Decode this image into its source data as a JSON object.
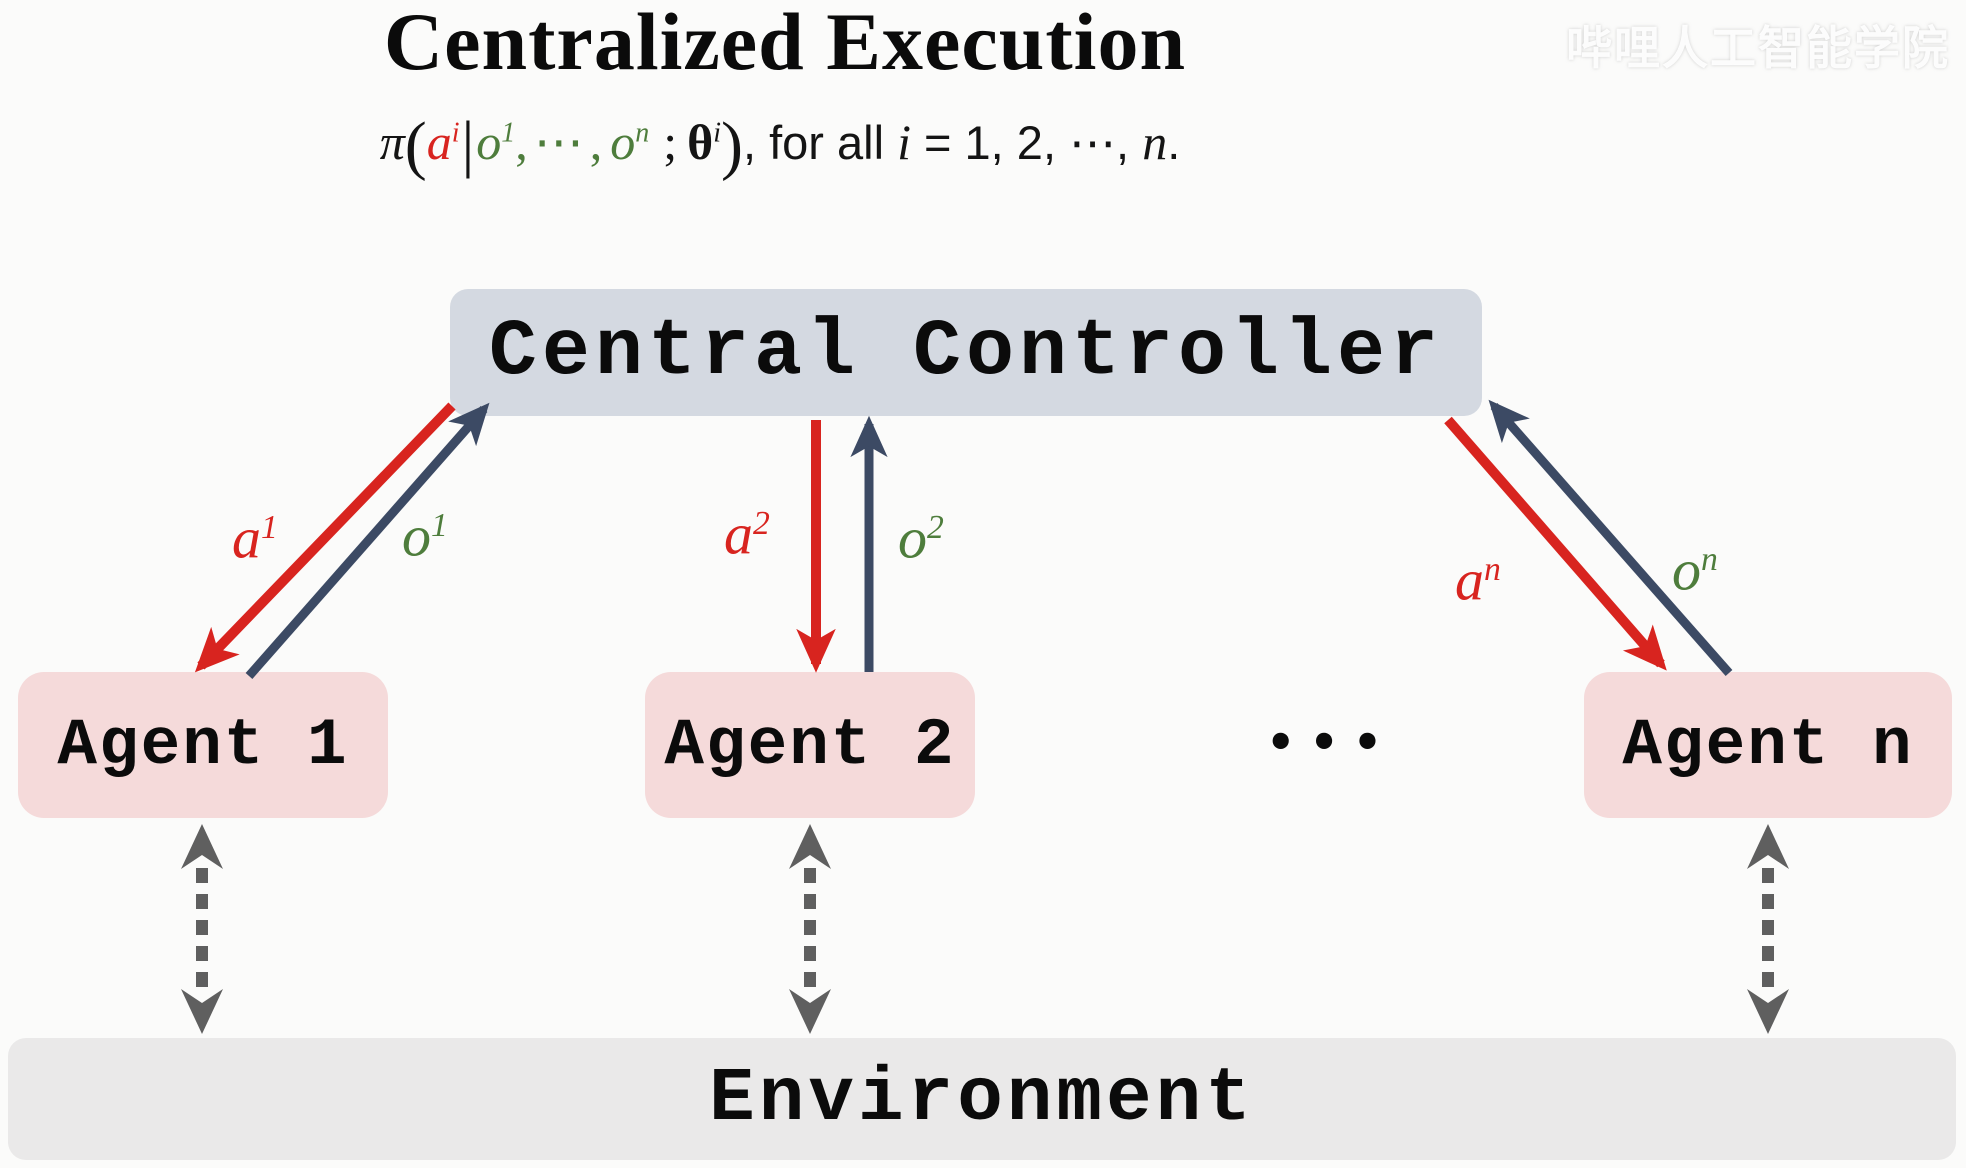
{
  "title": "Centralized Execution",
  "watermark": "哔哩人工智能学院",
  "formula": {
    "pi": "π",
    "lparen": "(",
    "a_base": "a",
    "a_sup": "i",
    "bar": "|",
    "o1_base": "o",
    "o1_sup": "1",
    "comma1": ",",
    "cdots": "⋯",
    "comma2": ",",
    "on_base": "o",
    "on_sup": "n",
    "semi": ";",
    "theta_base": "θ",
    "theta_sup": "i",
    "rparen": ")",
    "tail_pre": ", for all ",
    "i_var": "i",
    "tail_mid": " = 1, 2, ⋯, ",
    "n_var": "n",
    "tail_end": "."
  },
  "controller": {
    "label": "Central Controller"
  },
  "agents": [
    {
      "label": "Agent 1",
      "action_base": "a",
      "action_sup": "1",
      "obs_base": "o",
      "obs_sup": "1"
    },
    {
      "label": "Agent 2",
      "action_base": "a",
      "action_sup": "2",
      "obs_base": "o",
      "obs_sup": "2"
    },
    {
      "label": "Agent n",
      "action_base": "a",
      "action_sup": "n",
      "obs_base": "o",
      "obs_sup": "n"
    }
  ],
  "ellipsis": "•••",
  "environment": {
    "label": "Environment"
  },
  "colors": {
    "action_red": "#d8241f",
    "observation_navy": "#3c4a64",
    "observation_green": "#4e7d3c",
    "controller_bg": "#d4d9e1",
    "agent_bg": "#f5dada",
    "environment_bg": "#eae9e9",
    "dashed_gray": "#5f5f5f",
    "text_black": "#0d0d0d"
  }
}
